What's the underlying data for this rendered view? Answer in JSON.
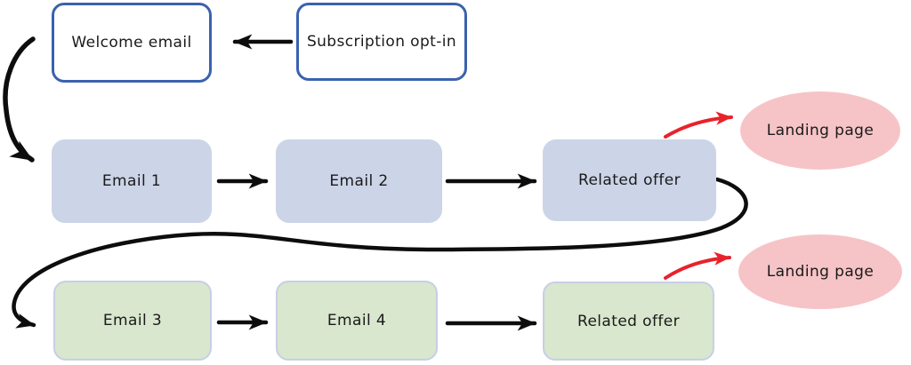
{
  "diagram_type": "email-marketing-flowchart",
  "colors": {
    "background": "#ffffff",
    "text": "#1a1a1a",
    "blue_border": "#3a62ae",
    "blue_fill": "#ccd4e8",
    "green_fill": "#d8e7cd",
    "green_border": "#c7cfe6",
    "pink_fill": "#f6c4c7",
    "arrow_black": "#0d0d0d",
    "arrow_red": "#e8222c"
  },
  "nodes": {
    "welcome_email": {
      "label": "Welcome email",
      "shape": "rounded-rect",
      "style": "white-blue-border"
    },
    "subscription_opt_in": {
      "label": "Subscription opt-in",
      "shape": "rounded-rect",
      "style": "white-blue-border"
    },
    "email_1": {
      "label": "Email 1",
      "shape": "rounded-rect",
      "style": "blue-fill"
    },
    "email_2": {
      "label": "Email 2",
      "shape": "rounded-rect",
      "style": "blue-fill"
    },
    "related_offer_top": {
      "label": "Related offer",
      "shape": "rounded-rect",
      "style": "blue-fill"
    },
    "landing_page_top": {
      "label": "Landing page",
      "shape": "ellipse",
      "style": "pink-fill"
    },
    "email_3": {
      "label": "Email 3",
      "shape": "rounded-rect",
      "style": "green-fill"
    },
    "email_4": {
      "label": "Email 4",
      "shape": "rounded-rect",
      "style": "green-fill"
    },
    "related_offer_bottom": {
      "label": "Related offer",
      "shape": "rounded-rect",
      "style": "green-fill"
    },
    "landing_page_bottom": {
      "label": "Landing page",
      "shape": "ellipse",
      "style": "pink-fill"
    }
  },
  "edges": [
    {
      "from": "subscription_opt_in",
      "to": "welcome_email",
      "color": "black",
      "style": "straight"
    },
    {
      "from": "welcome_email",
      "to": "email_1",
      "color": "black",
      "style": "curved"
    },
    {
      "from": "email_1",
      "to": "email_2",
      "color": "black",
      "style": "straight"
    },
    {
      "from": "email_2",
      "to": "related_offer_top",
      "color": "black",
      "style": "straight"
    },
    {
      "from": "related_offer_top",
      "to": "landing_page_top",
      "color": "red",
      "style": "curved"
    },
    {
      "from": "related_offer_top",
      "to": "email_3",
      "color": "black",
      "style": "long-curve"
    },
    {
      "from": "email_3",
      "to": "email_4",
      "color": "black",
      "style": "straight"
    },
    {
      "from": "email_4",
      "to": "related_offer_bottom",
      "color": "black",
      "style": "straight"
    },
    {
      "from": "related_offer_bottom",
      "to": "landing_page_bottom",
      "color": "red",
      "style": "curved"
    }
  ]
}
